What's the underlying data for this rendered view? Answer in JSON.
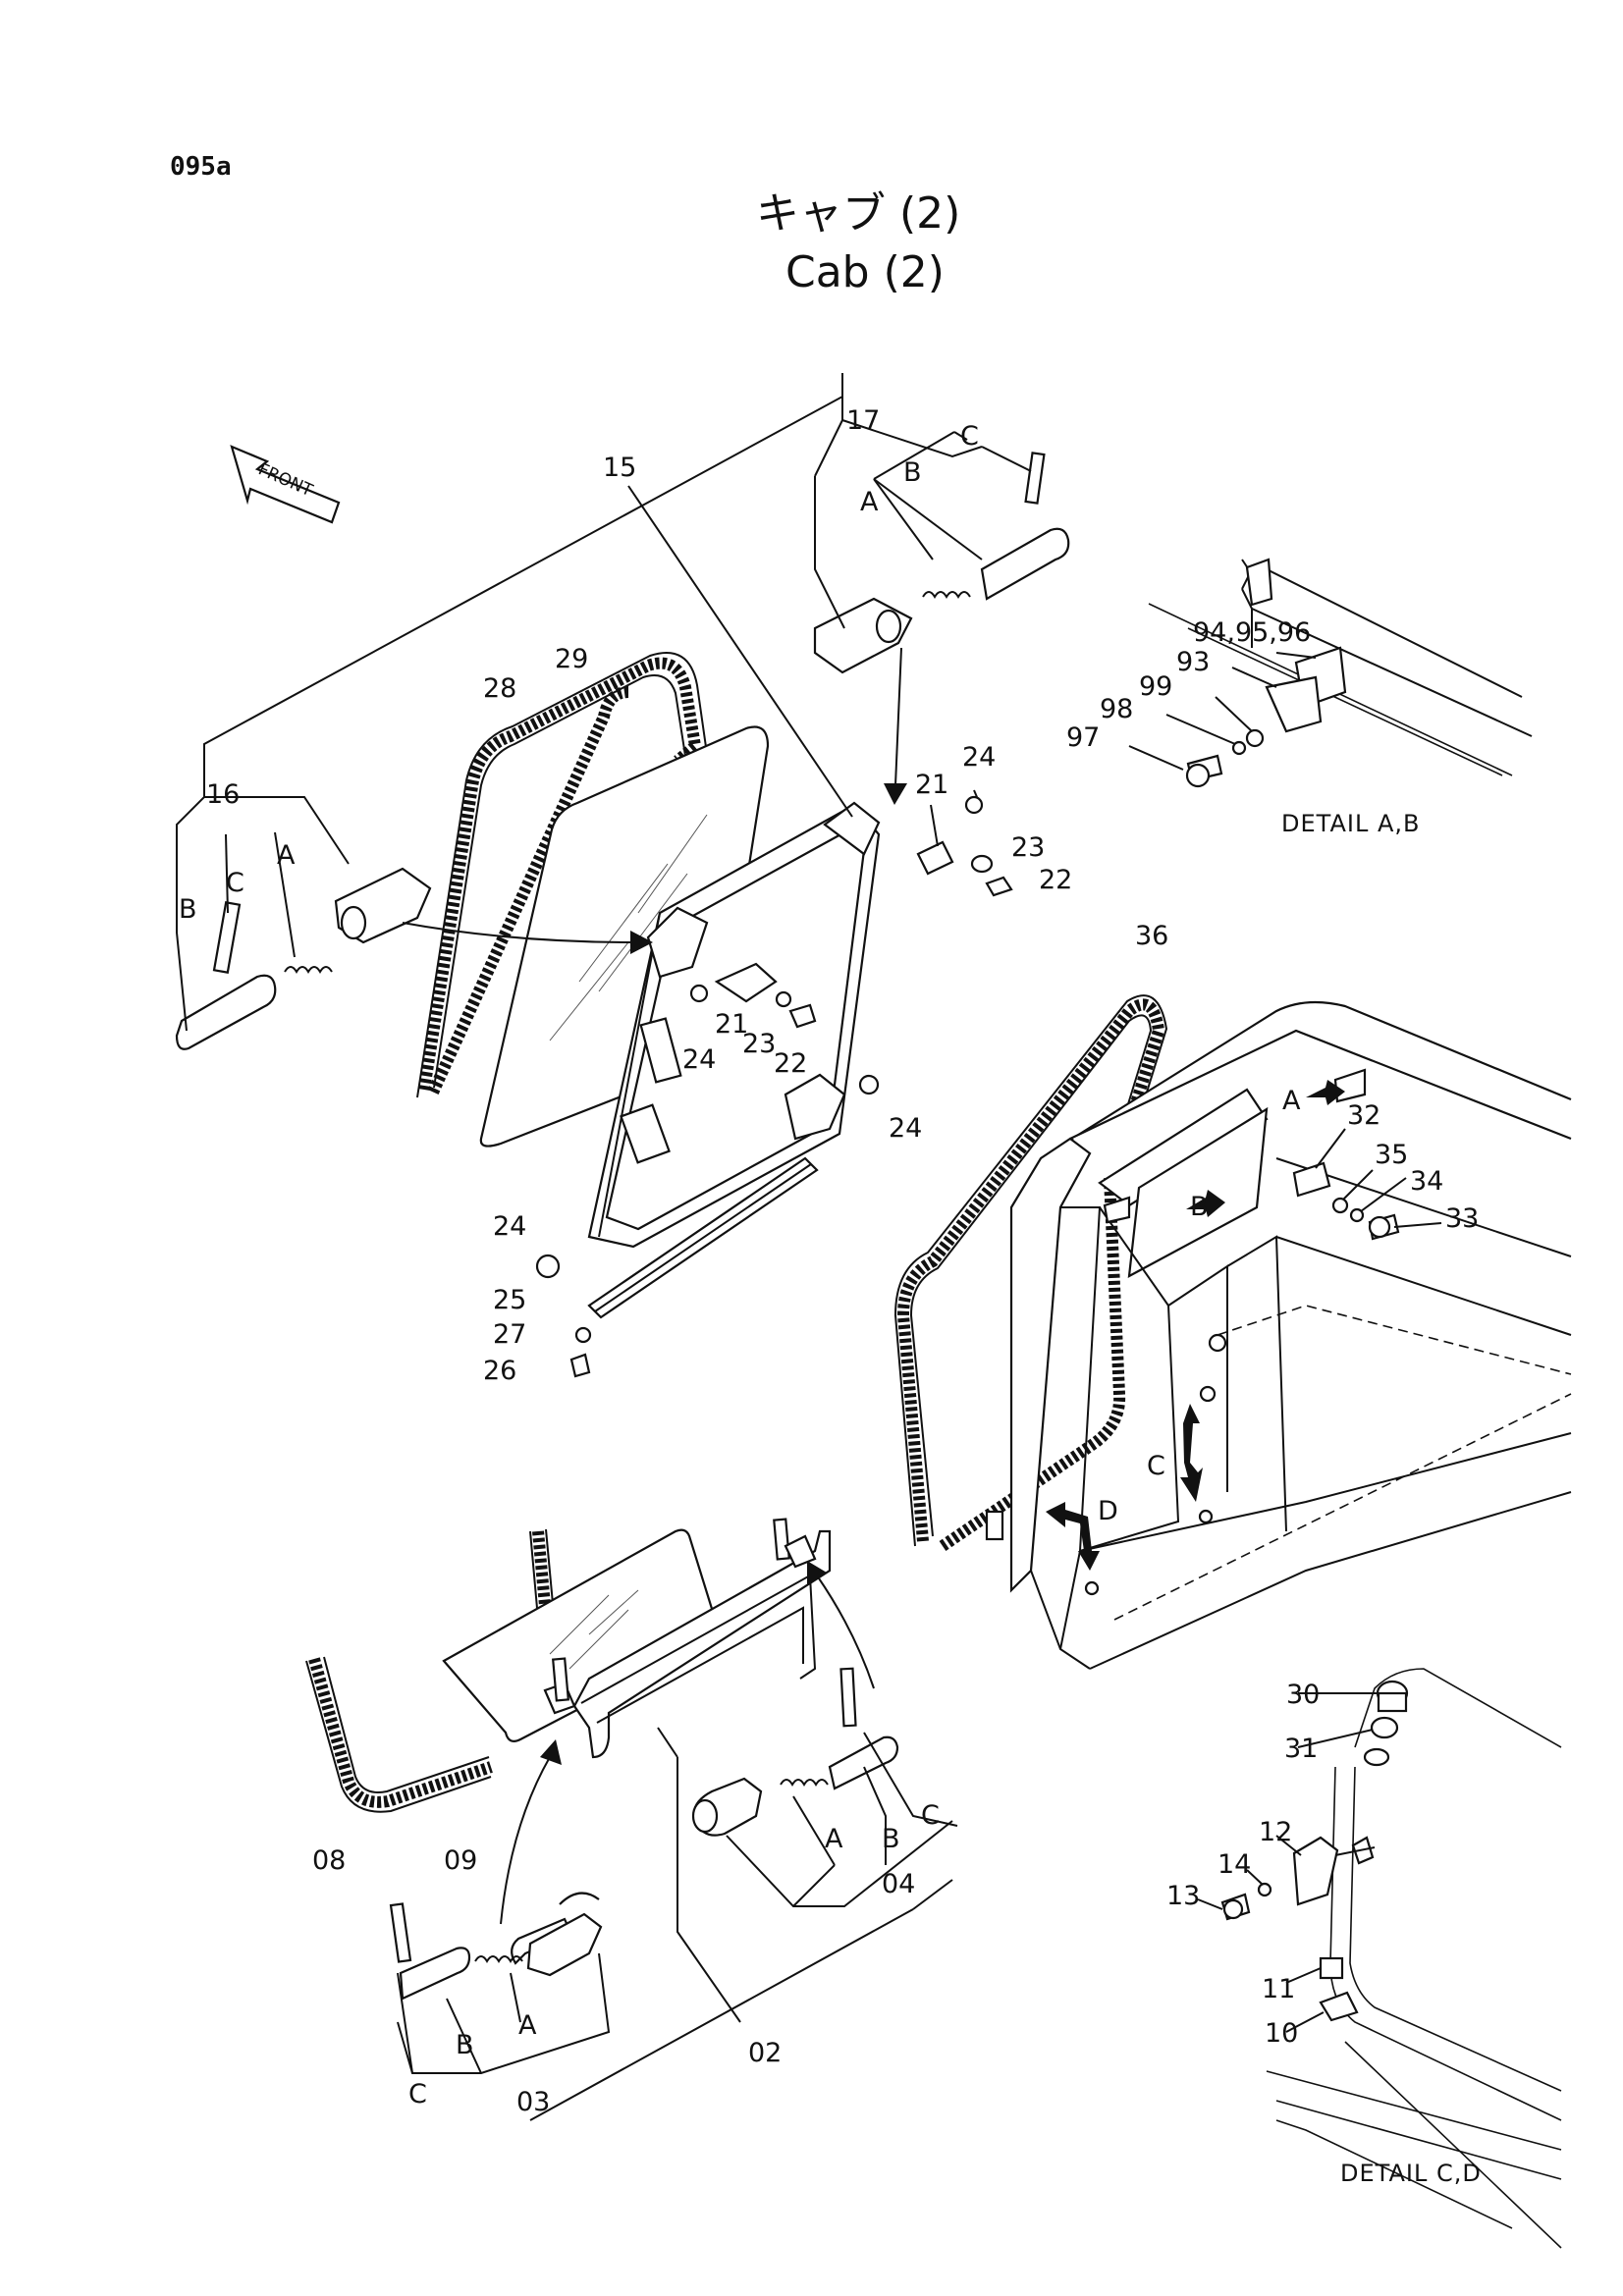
{
  "page_code": "095a",
  "title_jp": "キャブ (2)",
  "title_en": "Cab (2)",
  "front_label": "FRONT",
  "details": {
    "ab": "DETAIL A,B",
    "cd": "DETAIL C,D"
  },
  "view_markers": [
    "A",
    "B",
    "C",
    "D"
  ],
  "callouts": [
    {
      "id": "c15",
      "text": "15"
    },
    {
      "id": "c17",
      "text": "17"
    },
    {
      "id": "c17a",
      "text": "A"
    },
    {
      "id": "c17b",
      "text": "B"
    },
    {
      "id": "c17c",
      "text": "C"
    },
    {
      "id": "c16",
      "text": "16"
    },
    {
      "id": "c16a",
      "text": "A"
    },
    {
      "id": "c16b",
      "text": "B"
    },
    {
      "id": "c16c",
      "text": "C"
    },
    {
      "id": "c28",
      "text": "28"
    },
    {
      "id": "c29",
      "text": "29"
    },
    {
      "id": "c21a",
      "text": "21"
    },
    {
      "id": "c21b",
      "text": "21"
    },
    {
      "id": "c22a",
      "text": "22"
    },
    {
      "id": "c22b",
      "text": "22"
    },
    {
      "id": "c23a",
      "text": "23"
    },
    {
      "id": "c23b",
      "text": "23"
    },
    {
      "id": "c24a",
      "text": "24"
    },
    {
      "id": "c24b",
      "text": "24"
    },
    {
      "id": "c24c",
      "text": "24"
    },
    {
      "id": "c24d",
      "text": "24"
    },
    {
      "id": "c25",
      "text": "25"
    },
    {
      "id": "c26",
      "text": "26"
    },
    {
      "id": "c27",
      "text": "27"
    },
    {
      "id": "c36",
      "text": "36"
    },
    {
      "id": "c32",
      "text": "32"
    },
    {
      "id": "c33",
      "text": "33"
    },
    {
      "id": "c34",
      "text": "34"
    },
    {
      "id": "c35",
      "text": "35"
    },
    {
      "id": "c939495",
      "text": "94,95,96"
    },
    {
      "id": "c93",
      "text": "93"
    },
    {
      "id": "c99",
      "text": "99"
    },
    {
      "id": "c98",
      "text": "98"
    },
    {
      "id": "c97",
      "text": "97"
    },
    {
      "id": "c30",
      "text": "30"
    },
    {
      "id": "c31",
      "text": "31"
    },
    {
      "id": "c12",
      "text": "12"
    },
    {
      "id": "c14",
      "text": "14"
    },
    {
      "id": "c13",
      "text": "13"
    },
    {
      "id": "c11",
      "text": "11"
    },
    {
      "id": "c10",
      "text": "10"
    },
    {
      "id": "c08",
      "text": "08"
    },
    {
      "id": "c09",
      "text": "09"
    },
    {
      "id": "c02",
      "text": "02"
    },
    {
      "id": "c03",
      "text": "03"
    },
    {
      "id": "c03a",
      "text": "A"
    },
    {
      "id": "c03b",
      "text": "B"
    },
    {
      "id": "c03c",
      "text": "C"
    },
    {
      "id": "c04",
      "text": "04"
    },
    {
      "id": "c04a",
      "text": "A"
    },
    {
      "id": "c04b",
      "text": "B"
    },
    {
      "id": "c04c",
      "text": "C"
    }
  ]
}
